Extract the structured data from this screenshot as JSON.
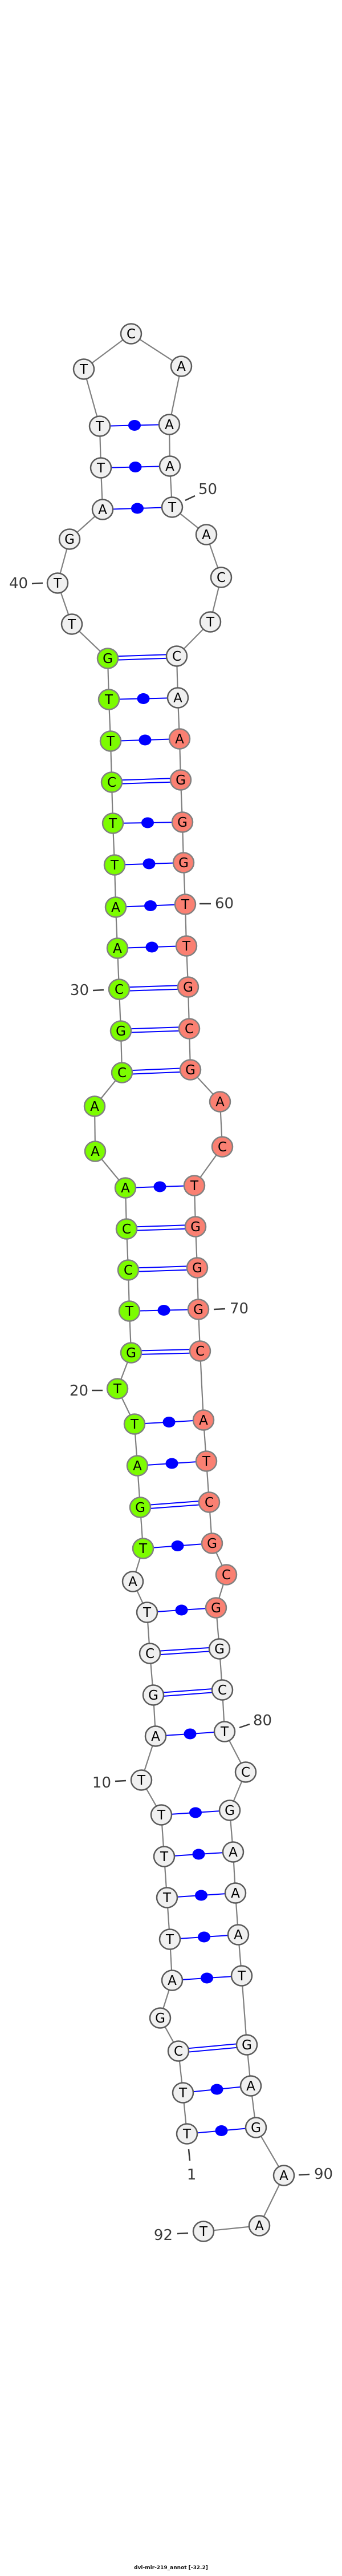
{
  "title": "dvi-mir-219_annot [-32.2]",
  "sequence": "TTCGATTTTTAGCTATGATTGTCCAAACGCAATTCTTGTTGATTTCAAATACTCAAGGGTTGCGACTGGGCATCGCGGCTCGAAATGAGAAT",
  "nucleotides": [
    "T",
    "T",
    "C",
    "G",
    "A",
    "T",
    "T",
    "T",
    "T",
    "T",
    "A",
    "G",
    "C",
    "T",
    "A",
    "T",
    "G",
    "A",
    "T",
    "T",
    "G",
    "T",
    "C",
    "C",
    "A",
    "A",
    "A",
    "C",
    "G",
    "C",
    "A",
    "A",
    "T",
    "T",
    "C",
    "T",
    "T",
    "G",
    "T",
    "T",
    "G",
    "A",
    "T",
    "T",
    "T",
    "C",
    "A",
    "A",
    "A",
    "T",
    "A",
    "C",
    "T",
    "C",
    "A",
    "A",
    "G",
    "G",
    "G",
    "T",
    "T",
    "G",
    "C",
    "G",
    "A",
    "C",
    "T",
    "G",
    "G",
    "G",
    "C",
    "A",
    "T",
    "C",
    "G",
    "C",
    "G",
    "G",
    "C",
    "T",
    "C",
    "G",
    "A",
    "A",
    "A",
    "T",
    "G",
    "A",
    "G",
    "A",
    "A",
    "T"
  ],
  "pairs": [
    [
      1,
      89
    ],
    [
      2,
      88
    ],
    [
      3,
      87
    ],
    [
      5,
      86
    ],
    [
      6,
      85
    ],
    [
      7,
      84
    ],
    [
      8,
      83
    ],
    [
      9,
      82
    ],
    [
      11,
      80
    ],
    [
      12,
      79
    ],
    [
      13,
      78
    ],
    [
      14,
      77
    ],
    [
      16,
      75
    ],
    [
      17,
      74
    ],
    [
      18,
      73
    ],
    [
      19,
      72
    ],
    [
      21,
      71
    ],
    [
      22,
      70
    ],
    [
      23,
      69
    ],
    [
      24,
      68
    ],
    [
      25,
      67
    ],
    [
      28,
      64
    ],
    [
      29,
      63
    ],
    [
      30,
      62
    ],
    [
      31,
      61
    ],
    [
      32,
      60
    ],
    [
      33,
      59
    ],
    [
      34,
      58
    ],
    [
      35,
      57
    ],
    [
      36,
      56
    ],
    [
      37,
      55
    ],
    [
      38,
      54
    ],
    [
      42,
      50
    ],
    [
      43,
      49
    ],
    [
      44,
      48
    ]
  ],
  "highlight_regions": [
    {
      "name": "arm-5p",
      "start": 16,
      "end": 38,
      "color": "#7cfc00"
    },
    {
      "name": "arm-3p",
      "start": 56,
      "end": 77,
      "color": "#fa8072"
    }
  ],
  "colors": {
    "default_fill": "#f0f0f0",
    "default_stroke": "#5a5a5a",
    "highlight_stroke": "#808080",
    "backbone": "#808080",
    "pair": "#0000ff"
  },
  "position_labels": [
    {
      "pos": 1,
      "text": "1"
    },
    {
      "pos": 10,
      "text": "10"
    },
    {
      "pos": 20,
      "text": "20"
    },
    {
      "pos": 30,
      "text": "30"
    },
    {
      "pos": 40,
      "text": "40"
    },
    {
      "pos": 50,
      "text": "50"
    },
    {
      "pos": 60,
      "text": "60"
    },
    {
      "pos": 70,
      "text": "70"
    },
    {
      "pos": 80,
      "text": "80"
    },
    {
      "pos": 90,
      "text": "90"
    },
    {
      "pos": 92,
      "text": "92"
    }
  ]
}
